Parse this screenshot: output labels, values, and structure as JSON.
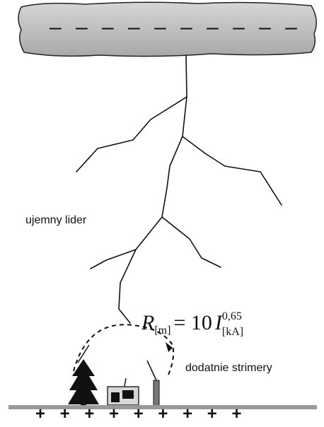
{
  "cloud": {
    "charges": "– – – – – – – – – –"
  },
  "labels": {
    "leader": "ujemny lider",
    "streamers": "dodatnie strimery"
  },
  "formula": {
    "R": "R",
    "R_sub": "[m]",
    "equals": "= 10",
    "I": "I",
    "exponent": "0,65",
    "I_sub": "[kA]"
  },
  "ground": {
    "charges": "+ + + + + + + + +"
  },
  "colors": {
    "cloud_fill": "#b4b4b4",
    "ground": "#9a9a9a",
    "ink": "#111111"
  }
}
